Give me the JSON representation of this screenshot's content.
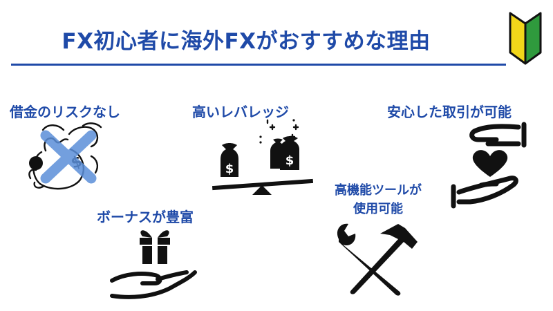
{
  "title": "FX初心者に海外FXがおすすめな理由",
  "colors": {
    "accent": "#1f4aa8",
    "icon": "#111111",
    "cross": "#5b8fd9"
  },
  "reasons": [
    {
      "label": "借金のリスクなし",
      "icon": "crossed-money-bag-icon"
    },
    {
      "label": "高いレバレッジ",
      "icon": "balance-seesaw-money-icon"
    },
    {
      "label": "安心した取引が可能",
      "icon": "hands-heart-icon"
    },
    {
      "label": "ボーナスが豊富",
      "icon": "hand-gift-icon"
    },
    {
      "line1": "高機能ツールが",
      "line2": "使用可能",
      "icon": "wrench-hammer-icon"
    }
  ],
  "icon_text": {
    "money_symbol": "$"
  }
}
